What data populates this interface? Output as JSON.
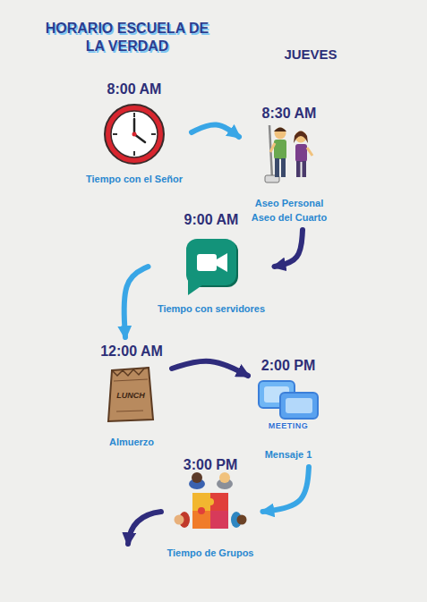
{
  "diagram": {
    "title": "HORARIO ESCUELA DE LA VERDAD",
    "nodes": [
      {
        "text": [
          "8:00 AM",
          "Tiempo con el Señor"
        ]
      },
      {
        "text": [
          "8:30 AM",
          "Aseo Personal Aseo del Cuarto"
        ]
      },
      {
        "text": [
          "9:00 AM",
          "Tiempo con servidores"
        ]
      },
      {
        "text": [
          "12:00 AM",
          "Almuerzo"
        ]
      },
      {
        "text": [
          "2:00 PM",
          "Mensaje 1"
        ]
      },
      {
        "text": [
          "3:00 PM",
          "Tiempo de Grupos"
        ]
      }
    ],
    "edges": [
      {
        "from": 0,
        "to": 1,
        "arrow": "to"
      },
      {
        "from": 1,
        "to": 2,
        "arrow": "to"
      },
      {
        "from": 2,
        "to": 3,
        "arrow": "to"
      },
      {
        "from": 3,
        "to": 4,
        "arrow": "to"
      },
      {
        "from": 4,
        "to": 5,
        "arrow": "to"
      }
    ],
    "labels": [
      "JUEVES",
      "LUNCH",
      "MEETING"
    ]
  }
}
